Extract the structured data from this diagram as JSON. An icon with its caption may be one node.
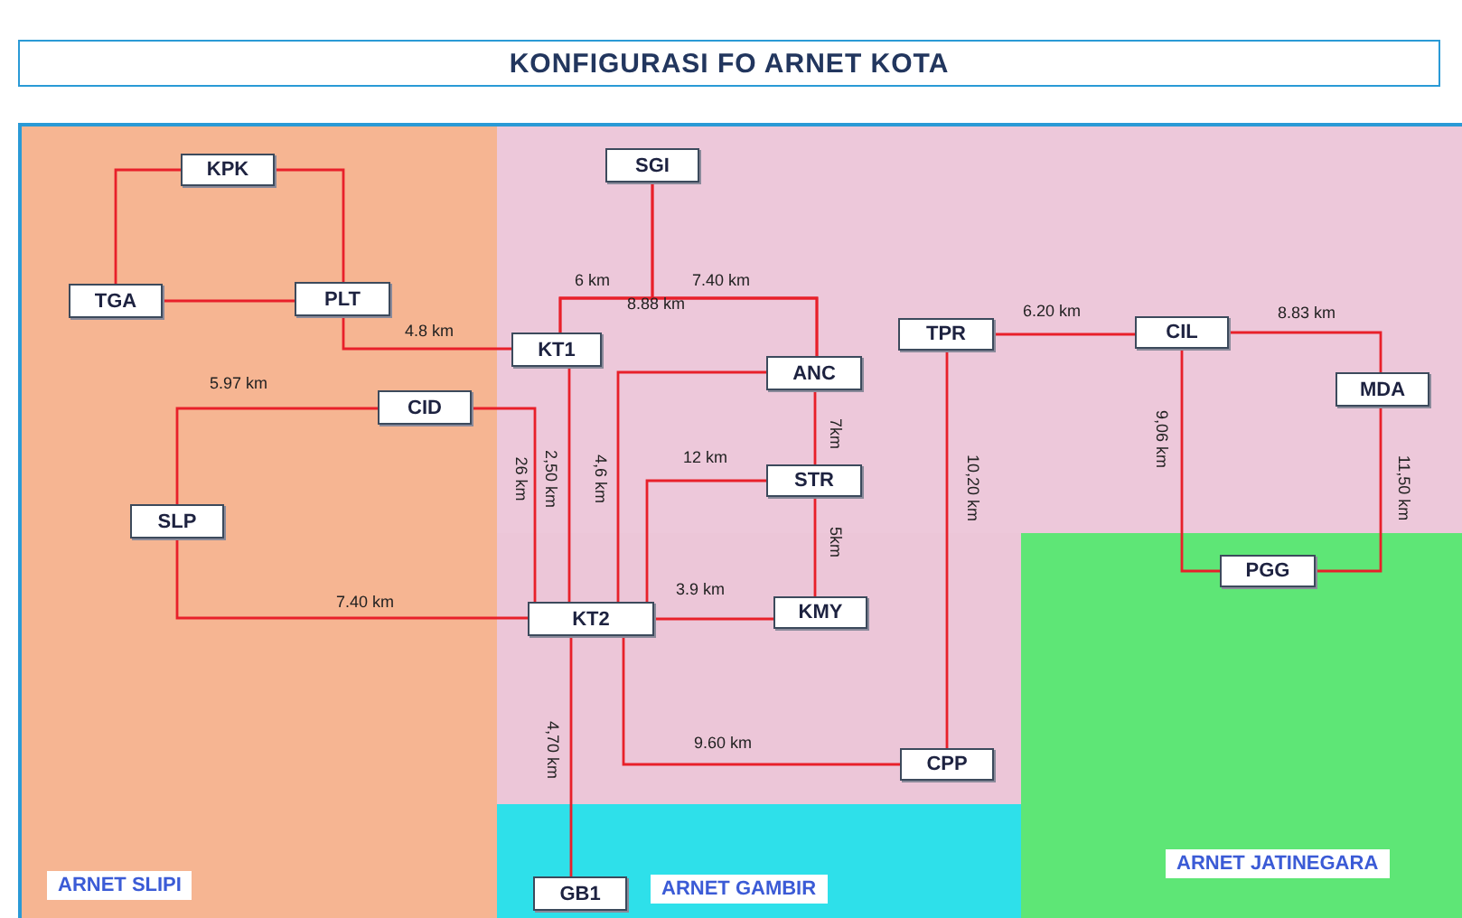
{
  "diagram": {
    "title": "KONFIGURASI FO ARNET KOTA",
    "nodes": [
      {
        "text": [
          "KPK"
        ],
        "in": 17
      },
      {
        "text": [
          "TGA"
        ],
        "in": 17
      },
      {
        "text": [
          "PLT"
        ],
        "in": 17
      },
      {
        "text": [
          "SGI"
        ]
      },
      {
        "text": [
          "KT1"
        ]
      },
      {
        "text": [
          "ANC"
        ]
      },
      {
        "text": [
          "TPR"
        ]
      },
      {
        "text": [
          "CIL"
        ]
      },
      {
        "text": [
          "MDA"
        ]
      },
      {
        "text": [
          "CID"
        ],
        "in": 17
      },
      {
        "text": [
          "STR"
        ]
      },
      {
        "text": [
          "SLP"
        ],
        "in": 17
      },
      {
        "text": [
          "KT2"
        ]
      },
      {
        "text": [
          "KMY"
        ]
      },
      {
        "text": [
          "PGG"
        ],
        "in": 19
      },
      {
        "text": [
          "CPP"
        ]
      },
      {
        "text": [
          "GB1"
        ],
        "in": 18
      },
      {
        "text": [
          "ARNET SLIPI"
        ]
      },
      {
        "text": [
          "ARNET GAMBIR"
        ]
      },
      {
        "text": [
          "ARNET JATINEGARA"
        ]
      }
    ],
    "edges": [
      {
        "from": 0,
        "to": 1,
        "arrow": "none"
      },
      {
        "from": 0,
        "to": 2,
        "arrow": "none"
      },
      {
        "from": 1,
        "to": 2,
        "arrow": "none"
      },
      {
        "from": 2,
        "to": 4,
        "arrow": "none",
        "label": "4.8 km"
      },
      {
        "from": 3,
        "to": 4,
        "arrow": "none",
        "label": "6 km"
      },
      {
        "from": 3,
        "to": 5,
        "arrow": "none",
        "label": "7.40 km"
      },
      {
        "from": 4,
        "to": 5,
        "arrow": "none",
        "label": "8.88 km"
      },
      {
        "from": 4,
        "to": 12,
        "arrow": "none",
        "label": "2,50 km"
      },
      {
        "from": 5,
        "to": 12,
        "arrow": "none",
        "label": "4,6 km"
      },
      {
        "from": 5,
        "to": 10,
        "arrow": "none",
        "label": "7km"
      },
      {
        "from": 10,
        "to": 12,
        "arrow": "none",
        "label": "12 km"
      },
      {
        "from": 10,
        "to": 13,
        "arrow": "none",
        "label": "5km"
      },
      {
        "from": 12,
        "to": 13,
        "arrow": "none",
        "label": "3.9 km"
      },
      {
        "from": 9,
        "to": 12,
        "arrow": "none",
        "label": "26 km"
      },
      {
        "from": 9,
        "to": 11,
        "arrow": "none",
        "label": "5.97 km"
      },
      {
        "from": 11,
        "to": 12,
        "arrow": "none",
        "label": "7.40 km"
      },
      {
        "from": 12,
        "to": 15,
        "arrow": "none",
        "label": "9.60 km"
      },
      {
        "from": 6,
        "to": 15,
        "arrow": "none",
        "label": "10,20 km"
      },
      {
        "from": 6,
        "to": 7,
        "arrow": "none",
        "label": "6.20 km"
      },
      {
        "from": 7,
        "to": 8,
        "arrow": "none",
        "label": "8.83 km"
      },
      {
        "from": 7,
        "to": 14,
        "arrow": "none",
        "label": "9,06 km"
      },
      {
        "from": 8,
        "to": 14,
        "arrow": "none",
        "label": "11,50 km"
      },
      {
        "from": 12,
        "to": 16,
        "arrow": "none",
        "label": "4,70 km"
      }
    ]
  }
}
